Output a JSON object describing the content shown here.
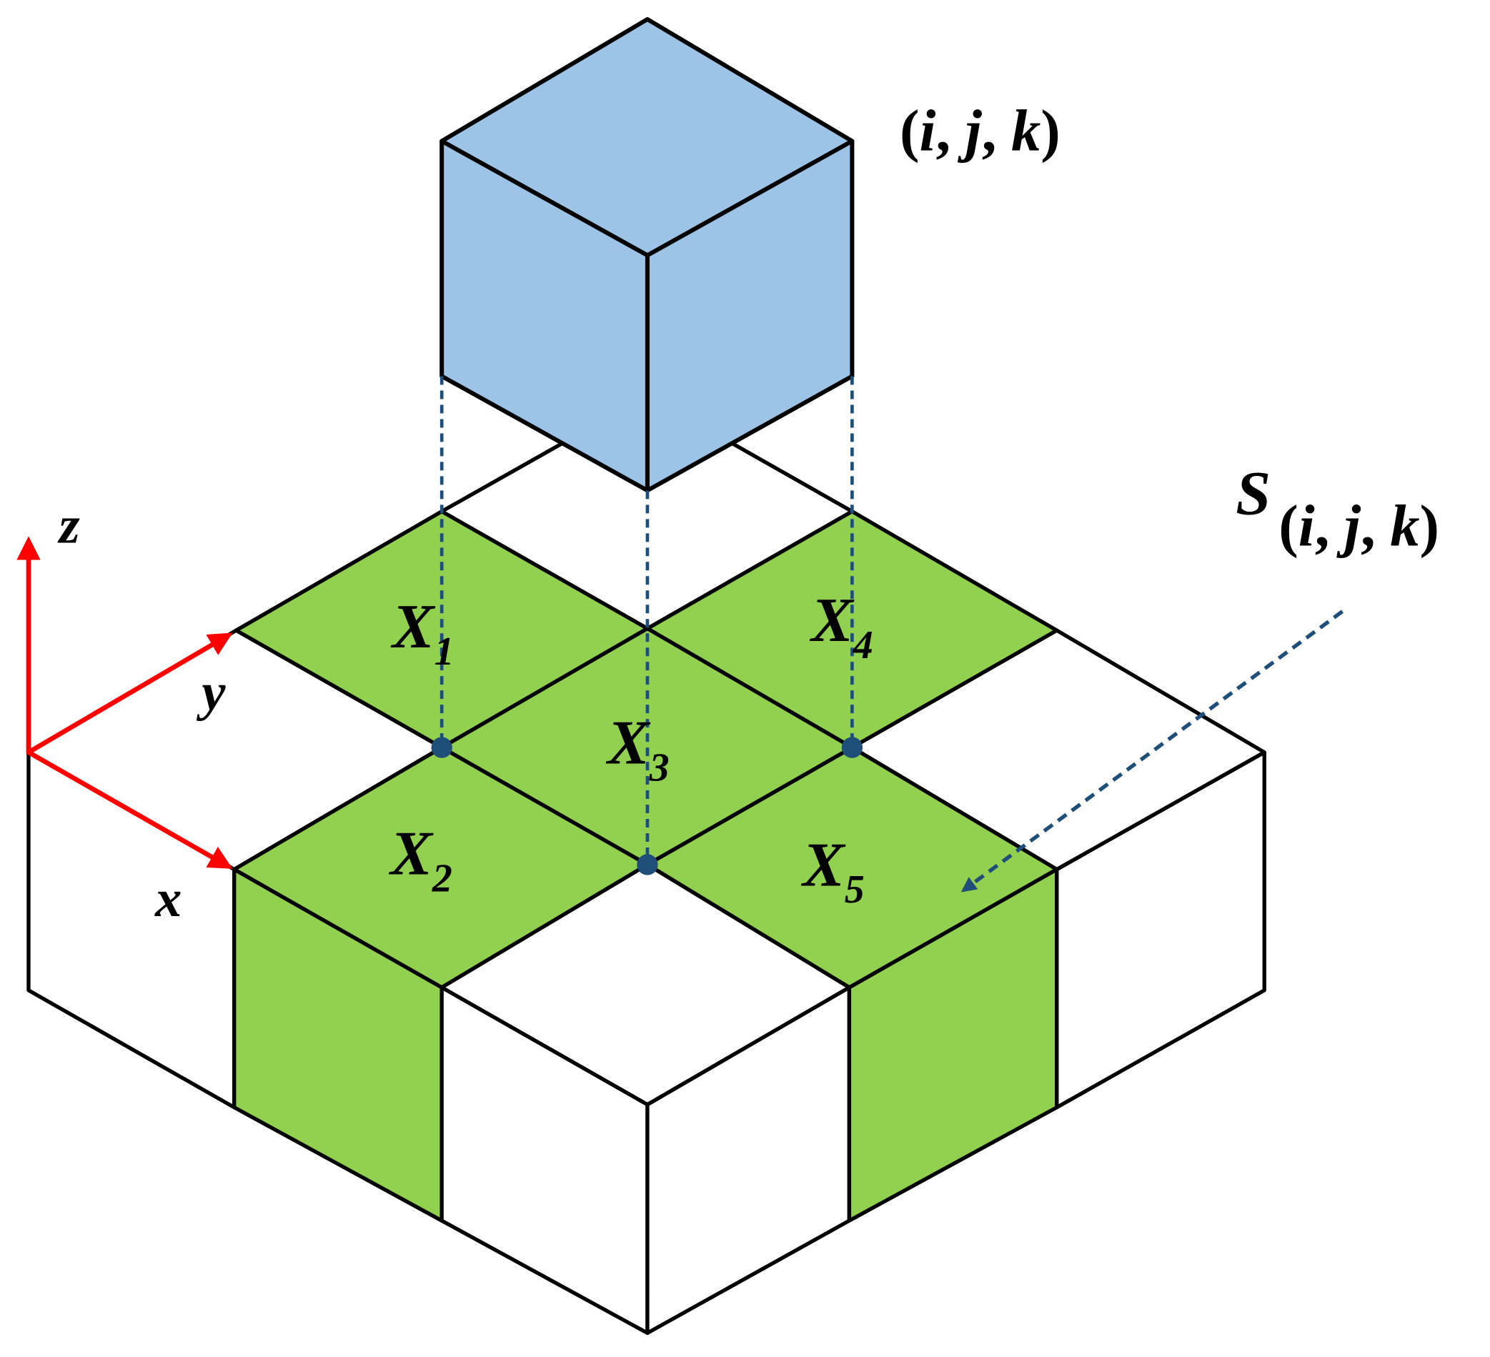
{
  "colors": {
    "cube_fill": "#9dc3e6",
    "cell_fill": "#92d050",
    "axis": "#ff0000",
    "dashed": "#1f4e79",
    "edge": "#000000",
    "background": "#ffffff"
  },
  "cube_label": {
    "open": "(",
    "i": "i",
    "c1": ", ",
    "j": "j",
    "c2": ", ",
    "k": "k",
    "close": ")"
  },
  "surface_label": {
    "letter": "S",
    "open": "(",
    "i": "i",
    "c1": ", ",
    "j": "j",
    "c2": ", ",
    "k": "k",
    "close": ")"
  },
  "axes": {
    "z": "z",
    "y": "y",
    "x": "x"
  },
  "cells": [
    {
      "letter": "X",
      "sub": "1"
    },
    {
      "letter": "X",
      "sub": "2"
    },
    {
      "letter": "X",
      "sub": "3"
    },
    {
      "letter": "X",
      "sub": "4"
    },
    {
      "letter": "X",
      "sub": "5"
    }
  ]
}
